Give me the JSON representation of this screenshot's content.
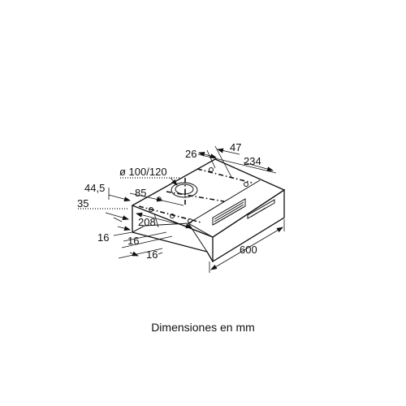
{
  "diagram": {
    "dimensions": {
      "d47": "47",
      "d26": "26",
      "d234": "234",
      "d100_120": "ø 100/120",
      "d44_5": "44,5",
      "d85": "85",
      "d35": "35",
      "d208": "208",
      "d16a": "16",
      "d16b": "16",
      "d16c": "16",
      "d600": "600"
    },
    "caption": "Dimensiones en mm"
  }
}
